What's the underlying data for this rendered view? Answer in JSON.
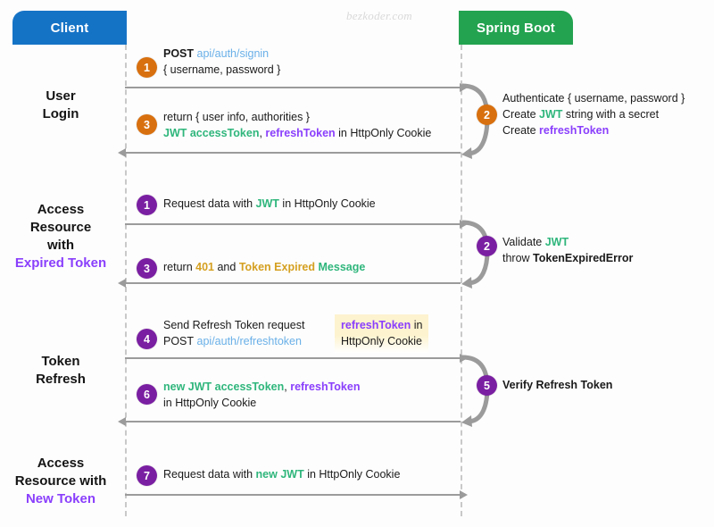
{
  "watermark": "bezkoder.com",
  "actors": {
    "client": {
      "label": "Client",
      "color": "#1573c6"
    },
    "server": {
      "label": "Spring Boot",
      "color": "#23a350"
    }
  },
  "colors": {
    "badge_orange": "#d8700f",
    "badge_purple": "#7a1fa2",
    "url": "#6ab0e8",
    "jwt_green": "#2fb67c",
    "refresh_purple": "#8a3ffc",
    "gold": "#d5a021",
    "arrow_gray": "#9b9b9b",
    "lifeline_gray": "#c9c9c9",
    "callout_yellow": "#fdf3cf"
  },
  "phases": [
    {
      "id": "user-login",
      "lines": [
        "User",
        "Login"
      ],
      "accent_lines": []
    },
    {
      "id": "expired-token",
      "lines": [
        "Access",
        "Resource",
        "with",
        "Expired Token"
      ],
      "accent_lines": [
        "Expired Token"
      ]
    },
    {
      "id": "token-refresh",
      "lines": [
        "Token",
        "Refresh"
      ],
      "accent_lines": []
    },
    {
      "id": "new-token",
      "lines": [
        "Access",
        "Resource with",
        "New Token"
      ],
      "accent_lines": [
        "New Token"
      ]
    }
  ],
  "messages": [
    {
      "id": "m1-post-signin",
      "step": "1",
      "badge_color": "orange",
      "direction": "to-right",
      "lines": [
        [
          {
            "t": "POST ",
            "c": "c-plain c-bold"
          },
          {
            "t": "api/auth/signin",
            "c": "c-url"
          }
        ],
        [
          {
            "t": "{ username, password }",
            "c": "c-plain"
          }
        ]
      ]
    },
    {
      "id": "m3-login-return",
      "step": "3",
      "badge_color": "orange",
      "direction": "to-left",
      "lines": [
        [
          {
            "t": "return { user info, authorities }",
            "c": "c-plain"
          }
        ],
        [
          {
            "t": "JWT accessToken",
            "c": "c-jwt c-bold"
          },
          {
            "t": ", ",
            "c": "c-plain"
          },
          {
            "t": "refreshToken",
            "c": "c-refresh c-bold"
          },
          {
            "t": " in HttpOnly Cookie",
            "c": "c-plain"
          }
        ]
      ]
    },
    {
      "id": "m4-request-data-jwt",
      "step": "1",
      "badge_color": "purple",
      "direction": "to-right",
      "lines": [
        [
          {
            "t": "Request data with ",
            "c": "c-plain"
          },
          {
            "t": "JWT",
            "c": "c-jwt c-bold"
          },
          {
            "t": " in HttpOnly Cookie",
            "c": "c-plain"
          }
        ]
      ]
    },
    {
      "id": "m5-return-401",
      "step": "3",
      "badge_color": "purple",
      "direction": "to-left",
      "lines": [
        [
          {
            "t": "return ",
            "c": "c-plain"
          },
          {
            "t": "401",
            "c": "c-gold c-bold"
          },
          {
            "t": " and ",
            "c": "c-plain"
          },
          {
            "t": "Token Expired ",
            "c": "c-gold c-bold"
          },
          {
            "t": "Message",
            "c": "c-jwt c-bold"
          }
        ]
      ]
    },
    {
      "id": "m6-send-refresh",
      "step": "4",
      "badge_color": "purple",
      "direction": "to-right",
      "lines": [
        [
          {
            "t": "Send Refresh Token request",
            "c": "c-plain"
          }
        ],
        [
          {
            "t": "POST ",
            "c": "c-plain"
          },
          {
            "t": "api/auth/refreshtoken",
            "c": "c-url"
          }
        ]
      ]
    },
    {
      "id": "m7-new-tokens",
      "step": "6",
      "badge_color": "purple",
      "direction": "to-left",
      "lines": [
        [
          {
            "t": "new JWT accessToken",
            "c": "c-jwt c-bold"
          },
          {
            "t": ", ",
            "c": "c-plain"
          },
          {
            "t": "refreshToken",
            "c": "c-refresh c-bold"
          }
        ],
        [
          {
            "t": "in HttpOnly Cookie",
            "c": "c-plain"
          }
        ]
      ]
    },
    {
      "id": "m8-request-new-jwt",
      "step": "7",
      "badge_color": "purple",
      "direction": "to-right",
      "lines": [
        [
          {
            "t": "Request data with ",
            "c": "c-plain"
          },
          {
            "t": "new JWT",
            "c": "c-jwt c-bold"
          },
          {
            "t": " in HttpOnly Cookie",
            "c": "c-plain"
          }
        ]
      ]
    }
  ],
  "server_notes": [
    {
      "id": "n2-authenticate",
      "step": "2",
      "badge_color": "orange",
      "lines": [
        [
          {
            "t": "Authenticate { username, password }",
            "c": "c-plain"
          }
        ],
        [
          {
            "t": "Create ",
            "c": "c-plain"
          },
          {
            "t": "JWT",
            "c": "c-jwt c-bold"
          },
          {
            "t": " string with a secret",
            "c": "c-plain"
          }
        ],
        [
          {
            "t": "Create ",
            "c": "c-plain"
          },
          {
            "t": "refreshToken",
            "c": "c-refresh c-bold"
          }
        ]
      ]
    },
    {
      "id": "n2-validate-jwt",
      "step": "2",
      "badge_color": "purple",
      "lines": [
        [
          {
            "t": "Validate ",
            "c": "c-plain"
          },
          {
            "t": "JWT",
            "c": "c-jwt c-bold"
          }
        ],
        [
          {
            "t": "throw ",
            "c": "c-plain"
          },
          {
            "t": "TokenExpiredError",
            "c": "c-plain c-bold"
          }
        ]
      ]
    },
    {
      "id": "n5-verify-refresh",
      "step": "5",
      "badge_color": "purple",
      "lines": [
        [
          {
            "t": "Verify Refresh Token",
            "c": "c-plain c-bold"
          }
        ]
      ]
    }
  ],
  "callout": {
    "id": "refresh-token-cookie-callout",
    "lines": [
      [
        {
          "t": "refreshToken",
          "c": "c-refresh c-bold"
        },
        {
          "t": " in",
          "c": "c-plain"
        }
      ],
      [
        {
          "t": "HttpOnly Cookie",
          "c": "c-plain"
        }
      ]
    ]
  }
}
